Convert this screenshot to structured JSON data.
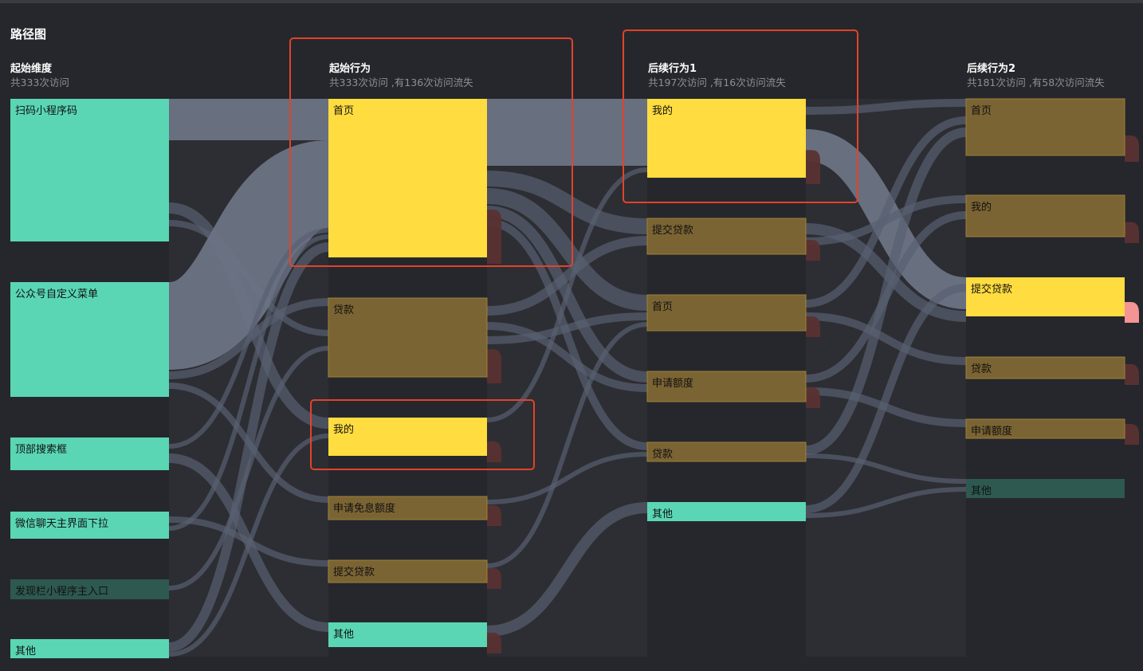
{
  "page": {
    "title": "路径图"
  },
  "colors": {
    "background": "#26272c",
    "source_node": "#5ad6b5",
    "source_node_dim": "#2d5950",
    "node_highlight": "#ffdc40",
    "node_dim": "#7b6433",
    "node_dim_border": "#9c8039",
    "link_main": "#6b7384",
    "link_thin": "#596070",
    "link_bg": "#33343b",
    "churn": "#5a3232",
    "churn_highlight": "#ff9a9a",
    "annotation_box": "#e2432a"
  },
  "chart_data": {
    "type": "sankey",
    "columns": [
      {
        "title": "起始维度",
        "subtitle": "共333次访问",
        "nodes": [
          {
            "name": "扫码小程序码",
            "style": "source"
          },
          {
            "name": "公众号自定义菜单",
            "style": "source"
          },
          {
            "name": "顶部搜索框",
            "style": "source"
          },
          {
            "name": "微信聊天主界面下拉",
            "style": "source"
          },
          {
            "name": "发现栏小程序主入口",
            "style": "source_dim"
          },
          {
            "name": "其他",
            "style": "source"
          }
        ]
      },
      {
        "title": "起始行为",
        "subtitle": "共333次访问 ,有136次访问流失",
        "nodes": [
          {
            "name": "首页",
            "style": "highlight",
            "churn": true
          },
          {
            "name": "贷款",
            "style": "dim",
            "churn": true
          },
          {
            "name": "我的",
            "style": "highlight",
            "churn": true
          },
          {
            "name": "申请免息额度",
            "style": "dim",
            "churn": true
          },
          {
            "name": "提交贷款",
            "style": "dim",
            "churn": true
          },
          {
            "name": "其他",
            "style": "source",
            "churn": true
          }
        ]
      },
      {
        "title": "后续行为1",
        "subtitle": "共197次访问 ,有16次访问流失",
        "nodes": [
          {
            "name": "我的",
            "style": "highlight",
            "churn": true
          },
          {
            "name": "提交贷款",
            "style": "dim",
            "churn": true
          },
          {
            "name": "首页",
            "style": "dim",
            "churn": true
          },
          {
            "name": "申请额度",
            "style": "dim",
            "churn": true
          },
          {
            "name": "贷款",
            "style": "dim",
            "churn": false
          },
          {
            "name": "其他",
            "style": "source",
            "churn": false
          }
        ]
      },
      {
        "title": "后续行为2",
        "subtitle": "共181次访问 ,有58次访问流失",
        "nodes": [
          {
            "name": "首页",
            "style": "dim",
            "churn": true
          },
          {
            "name": "我的",
            "style": "dim",
            "churn": true
          },
          {
            "name": "提交贷款",
            "style": "highlight",
            "churn": true,
            "churn_highlight": true
          },
          {
            "name": "贷款",
            "style": "dim",
            "churn": true
          },
          {
            "name": "申请额度",
            "style": "dim",
            "churn": true
          },
          {
            "name": "其他",
            "style": "source_dim",
            "churn": false
          }
        ]
      }
    ]
  }
}
